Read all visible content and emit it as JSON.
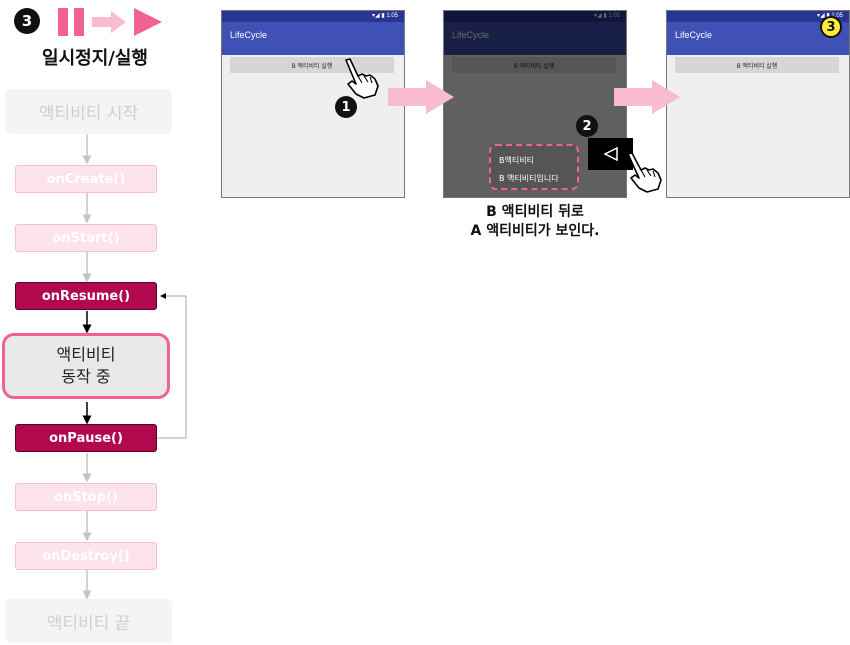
{
  "header": {
    "step_number": "3",
    "title": "일시정지/실행"
  },
  "lifecycle": {
    "start": "액티비티 시작",
    "on_create": "onCreate()",
    "on_start": "onStart()",
    "on_resume": "onResume()",
    "running_line1": "액티비티",
    "running_line2": "동작 중",
    "on_pause": "onPause()",
    "on_stop": "onStop()",
    "on_destroy": "onDestroy()",
    "end": "액티비티 끝"
  },
  "screens": {
    "app_title": "LifeCycle",
    "status_text": "1:05",
    "button_label": "B 액티비티 실행",
    "dialog_title": "B액티비티",
    "dialog_text": "B 액티비티입니다"
  },
  "callouts": {
    "n1": "1",
    "n2": "2",
    "n3": "3"
  },
  "caption": {
    "line1": "B 액티비티 뒤로",
    "line2": "A 액티비티가 보인다."
  },
  "colors": {
    "active": "#b0094d",
    "faded": "#fde3ec",
    "highlight": "#f06292",
    "appbar": "#3f51b5"
  },
  "icons": [
    "pause-icon",
    "arrow-right-icon",
    "play-icon",
    "hand-pointer-icon",
    "back-triangle-icon",
    "wifi-signal-icon"
  ]
}
